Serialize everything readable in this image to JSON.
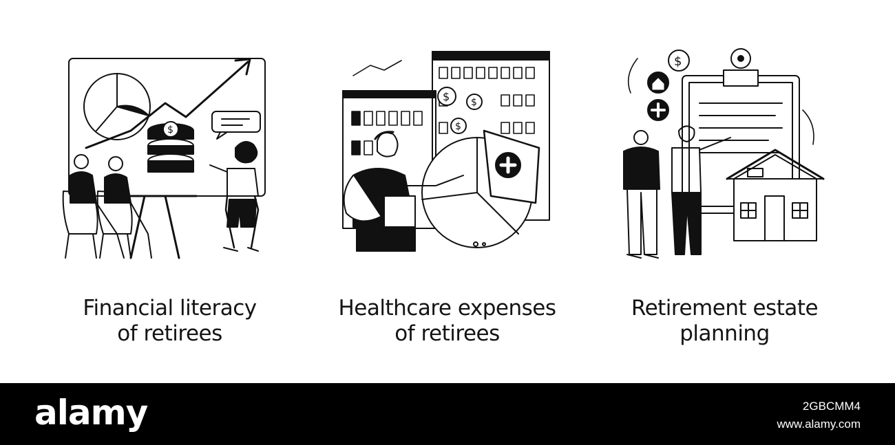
{
  "illustrations": [
    {
      "icon": "financial-literacy-illustration",
      "caption_line1": "Financial literacy",
      "caption_line2": "of retirees"
    },
    {
      "icon": "healthcare-expenses-illustration",
      "caption_line1": "Healthcare expenses",
      "caption_line2": "of retirees"
    },
    {
      "icon": "estate-planning-illustration",
      "caption_line1": "Retirement estate",
      "caption_line2": "planning"
    }
  ],
  "footer": {
    "brand": "alamy",
    "image_id": "2GBCMM4",
    "site_url": "www.alamy.com"
  },
  "colors": {
    "ink": "#111111",
    "background": "#ffffff",
    "footer": "#000000"
  }
}
